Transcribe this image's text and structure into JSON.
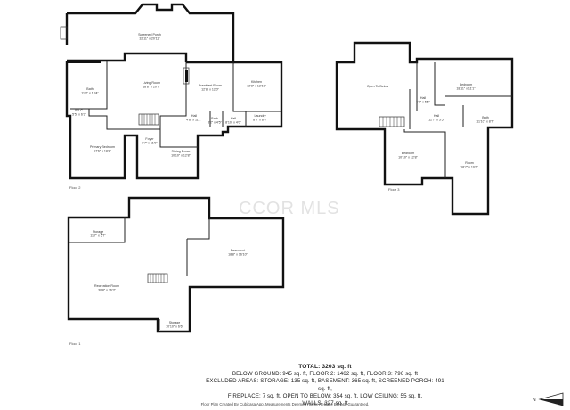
{
  "watermark": "CCOR MLS",
  "floors": {
    "floor2": {
      "label": "Floor 2",
      "rooms": {
        "screened_porch": {
          "name": "Screened Porch",
          "dims": "32'11\" x 20'11\""
        },
        "living_room": {
          "name": "Living Room",
          "dims": "18'8\" x 20'7\""
        },
        "breakfast_room": {
          "name": "Breakfast Room",
          "dims": "12'8\" x 12'0\""
        },
        "kitchen": {
          "name": "Kitchen",
          "dims": "12'8\" x 12'10\""
        },
        "bath": {
          "name": "Bath",
          "dims": "11'3\" x 13'4\""
        },
        "wic": {
          "name": "W.I.C.",
          "dims": "5'5\" x 6'3\""
        },
        "hall_a": {
          "name": "Hall",
          "dims": "4'8\" x 11'1\""
        },
        "bath_small": {
          "name": "Bath",
          "dims": "5'2\" x 4'5\""
        },
        "hall_b": {
          "name": "Hall",
          "dims": "8'10\" x 4'0\""
        },
        "laundry": {
          "name": "Laundry",
          "dims": "8'0\" x 8'4\""
        },
        "primary_bedroom": {
          "name": "Primary Bedroom",
          "dims": "17'6\" x 18'8\""
        },
        "foyer": {
          "name": "Foyer",
          "dims": "8'7\" x 11'0\""
        },
        "dining_room": {
          "name": "Dining Room",
          "dims": "10'10\" x 12'8\""
        }
      }
    },
    "floor3": {
      "label": "Floor 3",
      "rooms": {
        "open_to_below": {
          "name": "Open To Below"
        },
        "bedroom_a": {
          "name": "Bedroom",
          "dims": "18'11\" x 11'1\""
        },
        "hall_a": {
          "name": "Hall",
          "dims": "6'8\" x 5'5\""
        },
        "hall_b": {
          "name": "Hall",
          "dims": "12'7\" x 5'5\""
        },
        "bath": {
          "name": "Bath",
          "dims": "11'10\" x 8'7\""
        },
        "bedroom_b": {
          "name": "Bedroom",
          "dims": "10'10\" x 12'8\""
        },
        "room": {
          "name": "Room",
          "dims": "18'7\" x 10'8\""
        }
      }
    },
    "floor1": {
      "label": "Floor 1",
      "rooms": {
        "storage_a": {
          "name": "Storage",
          "dims": "11'7\" x 5'7\""
        },
        "basement": {
          "name": "Basement",
          "dims": "18'8\" x 16'10\""
        },
        "recreation_room": {
          "name": "Recreation Room",
          "dims": "30'8\" x 36'3\""
        },
        "storage_b": {
          "name": "Storage",
          "dims": "10'10\" x 6'6\""
        }
      }
    }
  },
  "summary": {
    "total": "TOTAL: 3203 sq. ft",
    "line1": "BELOW GROUND: 945 sq. ft, FLOOR 2: 1462 sq. ft, FLOOR 3: 796 sq. ft",
    "line2": "EXCLUDED AREAS: STORAGE: 135 sq. ft, BASEMENT: 365 sq. ft, SCREENED PORCH: 491 sq. ft,",
    "line3": "FIREPLACE: 7 sq. ft, OPEN TO BELOW: 354 sq. ft, LOW CEILING: 55 sq. ft,",
    "line4": "WALLS: 327 sq. ft"
  },
  "footer": "Floor Plan Created By Cubicasa App. Measurements Deemed Highly Reliable But Not Guaranteed.",
  "compass_label": "N"
}
